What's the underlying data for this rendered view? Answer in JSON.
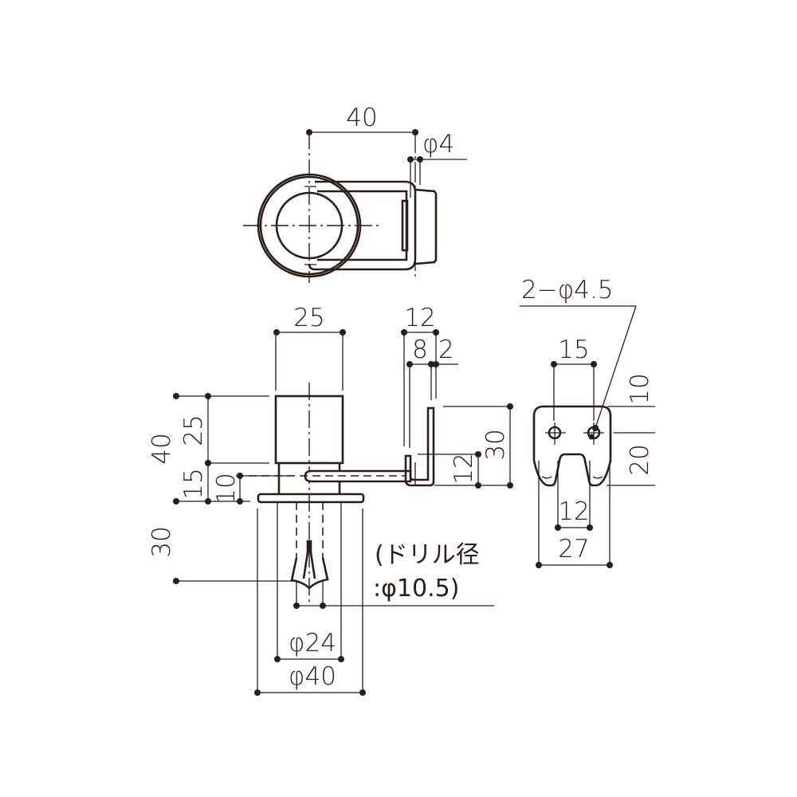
{
  "drawing": {
    "type": "technical-dimension-drawing",
    "line_color": "#2b1d18",
    "background": "#ffffff"
  },
  "top_view": {
    "width_label": "40",
    "pin_diameter_label": "φ4"
  },
  "front_view": {
    "cylinder_width_label": "25",
    "total_height_label": "40",
    "upper_height_label": "25",
    "lower_height_label": "15",
    "pin_height_label": "10",
    "anchor_depth_label": "30",
    "drill_note_line1": "(ドリル径",
    "drill_note_line2": ":φ10.5)",
    "inner_diameter_label": "φ24",
    "flange_diameter_label": "φ40"
  },
  "side_view": {
    "total_width_label": "12",
    "slot_width_label": "8",
    "thickness_label": "2",
    "height_label": "30",
    "pin_offset_label": "12"
  },
  "bracket_view": {
    "hole_callout": "2−φ4.5",
    "hole_spacing_label": "15",
    "hole_top_offset_label": "10",
    "slot_depth_label": "20",
    "slot_width_label": "12",
    "total_width_label": "27"
  }
}
